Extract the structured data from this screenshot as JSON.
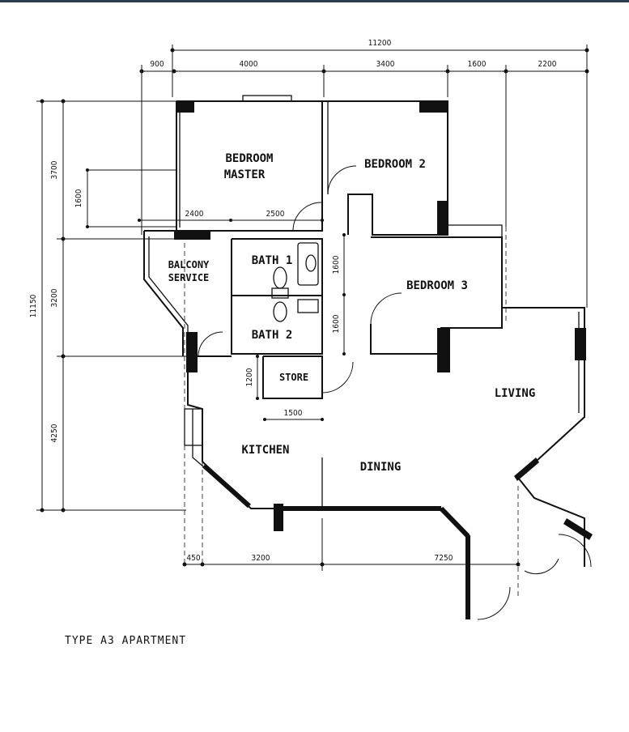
{
  "plan_title": "TYPE A3 APARTMENT",
  "rooms": {
    "bedroom_master_line1": "BEDROOM",
    "bedroom_master_line2": "MASTER",
    "bedroom_2": "BEDROOM 2",
    "bedroom_3": "BEDROOM 3",
    "balcony_line1": "BALCONY",
    "balcony_line2": "SERVICE",
    "bath_1": "BATH 1",
    "bath_2": "BATH 2",
    "store": "STORE",
    "kitchen": "KITCHEN",
    "dining": "DINING",
    "living": "LIVING"
  },
  "dimensions": {
    "overall_width": "11200",
    "top_900": "900",
    "top_4000": "4000",
    "top_3400": "3400",
    "top_1600": "1600",
    "top_2200": "2200",
    "left_3700": "3700",
    "left_1600": "1600",
    "left_overall": "11150",
    "left_3200": "3200",
    "left_4250": "4250",
    "mid_2400": "2400",
    "mid_2500": "2500",
    "bath1_1600": "1600",
    "bath2_1600": "1600",
    "store_1200": "1200",
    "store_1500": "1500",
    "bottom_450": "450",
    "bottom_3200": "3200",
    "bottom_7250": "7250"
  }
}
